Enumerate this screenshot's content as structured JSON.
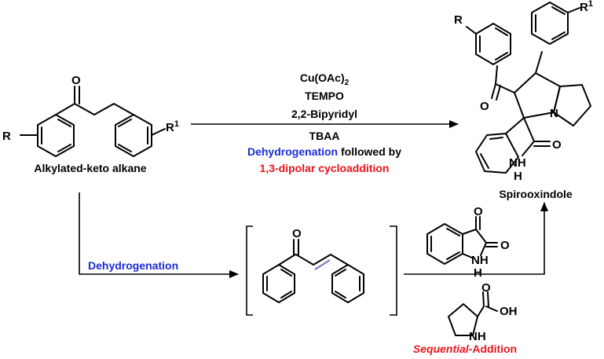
{
  "reagents": {
    "line1_main": "Cu(OAc)",
    "line1_sub": "2",
    "line2": "TEMPO",
    "line3": "2,2-Bipyridyl",
    "line4": "TBAA",
    "line5_blue": "Dehydrogenation",
    "line5_black": " followed by",
    "line6": "1,3-dipolar cycloaddition"
  },
  "labels": {
    "starting_material": "Alkylated-keto alkane",
    "product": "Spirooxindole",
    "lower_step": "Dehydrogenation",
    "sequential_italic": "Sequential",
    "sequential_rest": "-Addition"
  },
  "atoms": {
    "O": "O",
    "R": "R",
    "R1_main": "R",
    "R1_sup": "1",
    "N": "N",
    "NH_top": "NH",
    "NH_H": "H",
    "OH": "OH"
  },
  "colors": {
    "text": "#000000",
    "blue": "#1a2bd6",
    "red": "#e8141c"
  }
}
